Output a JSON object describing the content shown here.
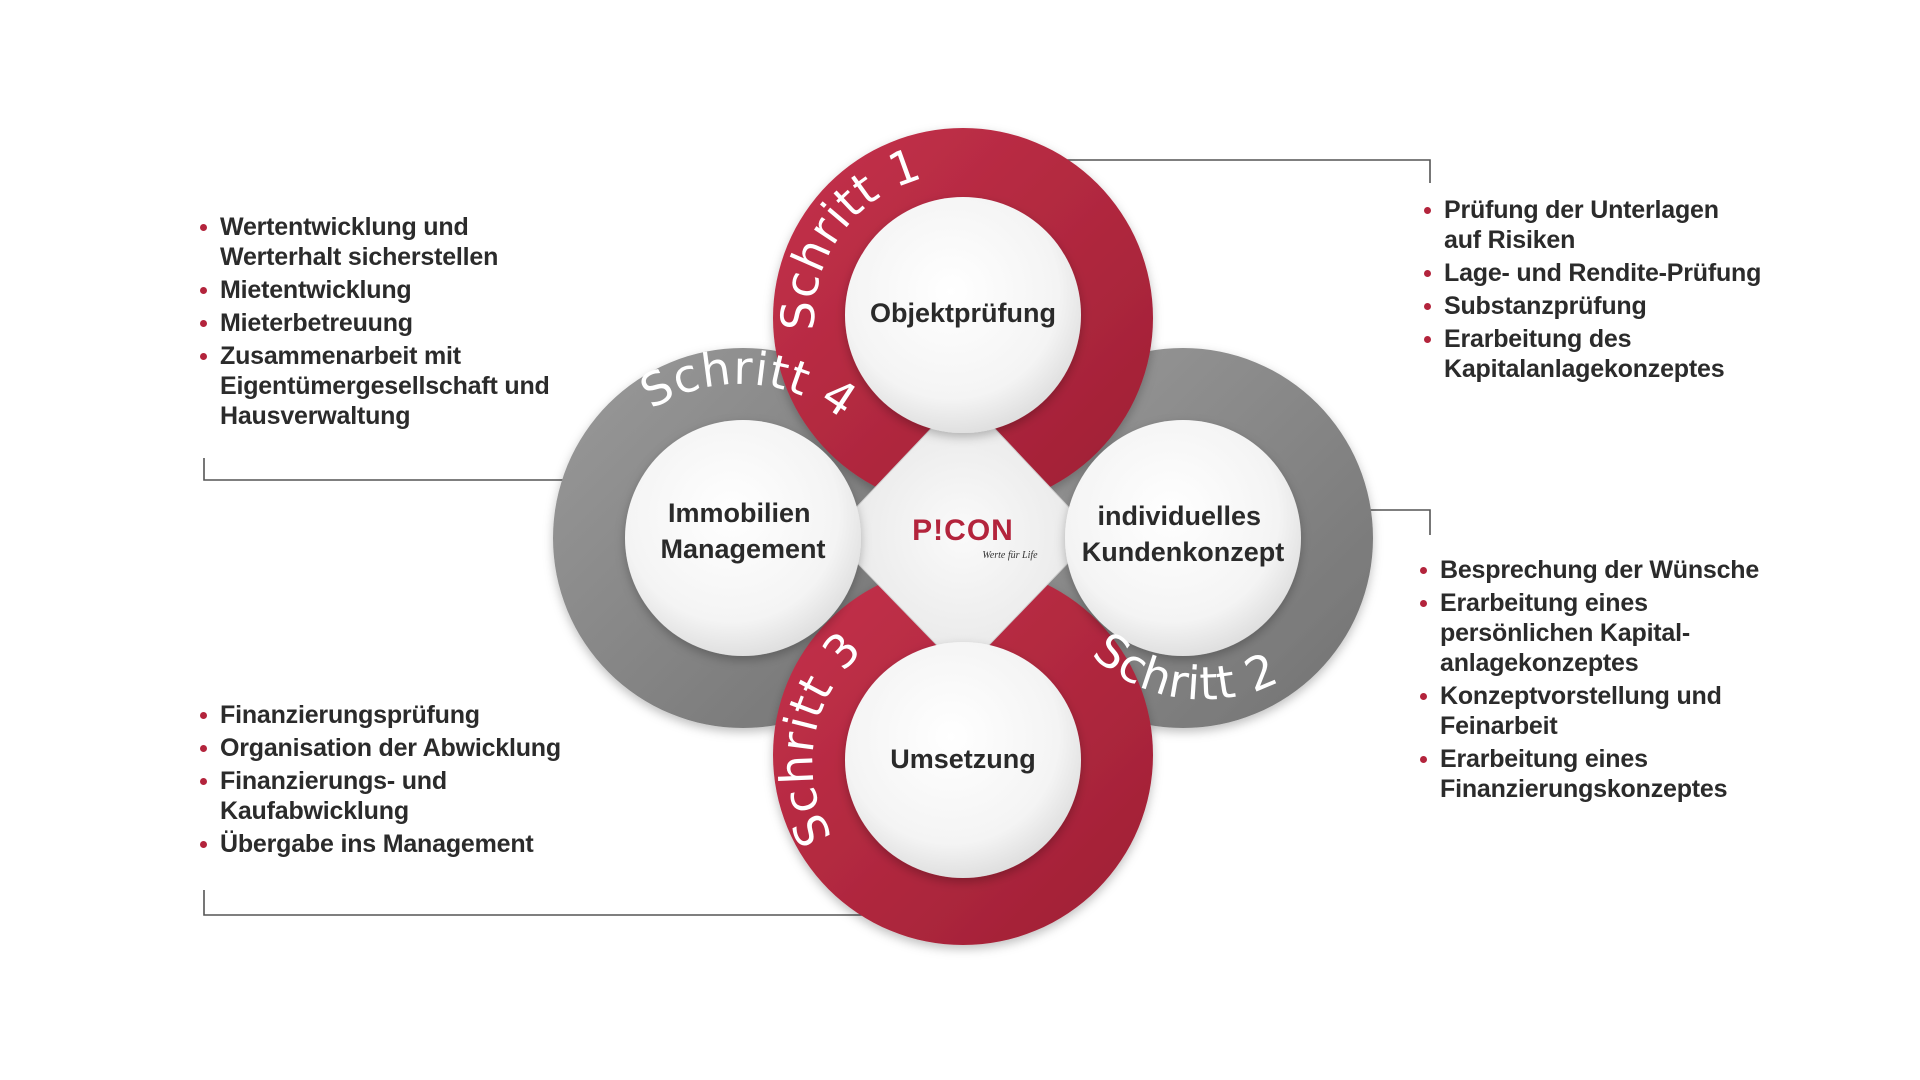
{
  "colors": {
    "accent": "#b3243c",
    "gray": "#8a8a8a",
    "text": "#2b2b2b"
  },
  "logo": {
    "wordmark": "P!CON",
    "tagline": "Werte für Life"
  },
  "steps": [
    {
      "label": "Schritt 1",
      "title_lines": [
        "Objektprüfung"
      ]
    },
    {
      "label": "Schritt 2",
      "title_lines": [
        "individuelles",
        "Kundenkonzept"
      ]
    },
    {
      "label": "Schritt 3",
      "title_lines": [
        "Umsetzung"
      ]
    },
    {
      "label": "Schritt 4",
      "title_lines": [
        "Immobilien",
        "Management"
      ]
    }
  ],
  "lists": {
    "step1": [
      "Prüfung der Unterlagen\nauf Risiken",
      "Lage- und Rendite-Prüfung",
      "Substanzprüfung",
      "Erarbeitung des\nKapitalanlagekonzeptes"
    ],
    "step2": [
      "Besprechung der Wünsche",
      "Erarbeitung eines\npersönlichen Kapital-\nanlagekonzeptes",
      "Konzeptvorstellung und\nFeinarbeit",
      "Erarbeitung eines\nFinanzierungskonzeptes"
    ],
    "step3": [
      "Finanzierungsprüfung",
      "Organisation der Abwicklung",
      "Finanzierungs- und\nKaufabwicklung",
      "Übergabe ins Management"
    ],
    "step4": [
      "Wertentwicklung und\nWerterhalt sicherstellen",
      "Mietentwicklung",
      "Mieterbetreuung",
      "Zusammenarbeit mit\nEigentümergesellschaft und\nHausverwaltung"
    ]
  }
}
